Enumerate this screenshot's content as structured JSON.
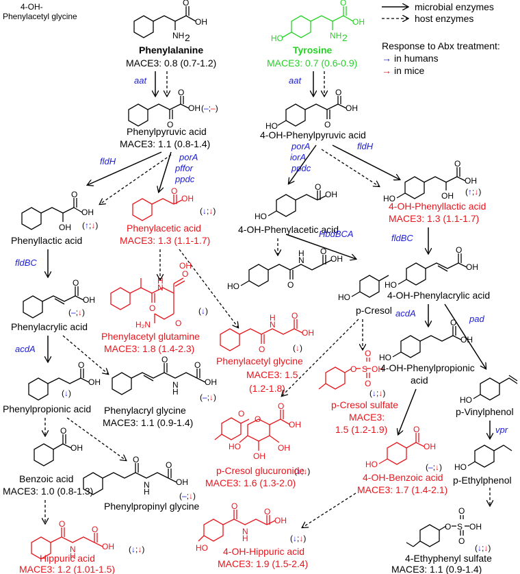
{
  "corner_note": [
    "4-OH-",
    "Phenylacetyl glycine"
  ],
  "legend": {
    "microbial": "microbial enzymes",
    "host": "host enzymes",
    "response_title": "Response to Abx treatment:",
    "humans": "in humans",
    "mice": "in mice",
    "human_color": "#1a1adb",
    "mouse_color": "#e8141b"
  },
  "compounds": {
    "phe": {
      "name": "Phenylalanine",
      "mace": "MACE3: 0.8 (0.7-1.2)"
    },
    "tyr": {
      "name": "Tyrosine",
      "mace": "MACE3: 0.7 (0.6-0.9)"
    },
    "ppa": {
      "name": "Phenylpyruvic acid",
      "mace": "MACE3: 1.1 (0.8-1.4)"
    },
    "ohppa": {
      "name": "4-OH-Phenylpyruvic acid"
    },
    "pla": {
      "name": "Phenyllactic acid"
    },
    "paa": {
      "name": "Phenylacetic acid",
      "mace": "MACE3: 1.3 (1.1-1.7)"
    },
    "ohpaa": {
      "name": "4-OH-Phenylacetic acid"
    },
    "ohpla": {
      "name": "4-OH-Phenyllactic acid",
      "mace": "MACE3: 1.3 (1.1-1.7)"
    },
    "pacr": {
      "name": "Phenylacrylic acid"
    },
    "pag": {
      "name": "Phenylacetyl glutamine",
      "mace": "MACE3: 1.8 (1.4-2.3)"
    },
    "pcresol": {
      "name": "p-Cresol"
    },
    "ohpacr": {
      "name": "4-OH-Phenylacrylic  acid"
    },
    "pagly": {
      "name": "Phenylacetyl glycine",
      "mace1": "MACE3: 1.5",
      "mace2": "(1.2-1.8)"
    },
    "pprop": {
      "name": "Phenylpropionic acid"
    },
    "pacrgly": {
      "name": "Phenylacryl glycine",
      "mace": "MACE3: 1.1 (0.9-1.4)"
    },
    "pcs": {
      "name": "p-Cresol sulfate",
      "mace1": "MACE3:",
      "mace2": "1.5 (1.2-1.9)"
    },
    "ohpprop": {
      "name1": "4-OH-Phenylpropionic",
      "name2": "acid"
    },
    "pvinyl": {
      "name": "p-Vinylphenol"
    },
    "benz": {
      "name": "Benzoic acid",
      "mace": "MACE3: 1.0 (0.8-1.3)"
    },
    "pcg": {
      "name": "p-Cresol glucuronide",
      "mace": "MACE3: 1.6 (1.3-2.0)"
    },
    "ohbenz": {
      "name": "4-OH-Benzoic acid",
      "mace": "MACE3: 1.7 (1.4-2.1)"
    },
    "peth": {
      "name": "p-Ethylphenol"
    },
    "ppgly": {
      "name": "Phenylpropinyl glycine"
    },
    "hipp": {
      "name": "Hippuric acid",
      "mace": "MACE3: 1.2 (1.01-1.5)"
    },
    "ohhipp": {
      "name": "4-OH-Hippuric acid",
      "mace": "MACE3: 1.9 (1.5-2.4)"
    },
    "eps": {
      "name": "4-Ethyphenyl sulfate",
      "mace": "MACE3: 1.1 (0.9-1.4)"
    }
  },
  "enzymes": {
    "aat1": "aat",
    "aat2": "aat",
    "fldH1": "fldH",
    "porA1": "porA",
    "pffor": "pffor",
    "ppdc1": "ppdc",
    "porA2": "porA",
    "iorA": "iorA",
    "ppdc2": "ppdc",
    "fldH2": "fldH",
    "fldBC1": "fldBC",
    "fldBC2": "fldBC",
    "hbd": "HbdBCA",
    "acdA1": "acdA",
    "acdA2": "acdA",
    "pad": "pad",
    "vpr": "vpr"
  },
  "atoms": {
    "O": "O",
    "OH": "OH",
    "NH2": "NH",
    "sub2": "2",
    "HO": "HO",
    "N": "N",
    "H": "H",
    "H2N": "H₂N",
    "S": "S"
  },
  "responses": {
    "ppa": {
      "h": "–",
      "m": "–"
    },
    "pla": {
      "h": "↑",
      "m": "↓"
    },
    "paa": {
      "h": "↓",
      "m": "↓"
    },
    "ohpla": {
      "h": "↑",
      "m": "↓"
    },
    "pacr": {
      "h": "–",
      "m": "↓"
    },
    "pag": {
      "h": "↓"
    },
    "pagly": {
      "m": "↓"
    },
    "pprop": {
      "h": "↓"
    },
    "pacrgly": {
      "h": "–",
      "m": "↓"
    },
    "pcs": {
      "h": "↓",
      "m": "↓"
    },
    "pcg": {
      "h": "↓",
      "m": "↓"
    },
    "ohbenz": {
      "h": "–",
      "m": "↓"
    },
    "ppgly": {
      "h": "–",
      "m": "↓"
    },
    "hipp": {
      "h": "↓",
      "m": "↓"
    },
    "ohhipp": {
      "h": "↓",
      "m": "↓"
    },
    "eps": {
      "h": "↓",
      "m": "↓"
    }
  }
}
